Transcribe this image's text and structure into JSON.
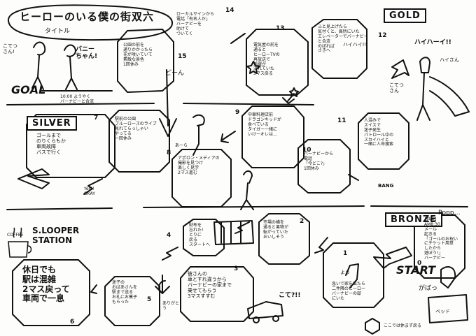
{
  "title": {
    "heading": "ヒーローのいる僕の街双六",
    "subtitle": "タイトル"
  },
  "zones": {
    "gold": "GOLD",
    "silver": "SILVER",
    "bronze": "BRONZE",
    "goal": "GOAL",
    "start": "START",
    "station": "S.LOOPER\nSTATION"
  },
  "squares": {
    "s0": {
      "num": "0",
      "text": "日曜日\nAM8:30\nメール\n起きる\n「ゴールのお祝い\nにチケット用意\nしたから\n遊ぼう!」\nバーナビー"
    },
    "s1": {
      "num": "1",
      "text": "急いで家を出たら\n二件隣のヒーロー\nバーナビーの邸\nにいた"
    },
    "s2": {
      "num": "2",
      "text": "市場の横を\n通ると果物が\n転がっていた\nおいしそう"
    },
    "s3": {
      "num": "3",
      "text": "彼さんの\n車とすれ違うから\nバーナビーの家まで\n乗せてもらう\n3マスすすむ"
    },
    "s4": {
      "num": "4",
      "text": "財布を\n忘れた!\nとりに\n戻る\nスタートへ"
    },
    "s5": {
      "num": "5",
      "text": "迷子の\nおばあさんを\n駅まで送る\nお礼にお菓子\nもらった"
    },
    "s6": {
      "num": "6",
      "text": "休日でも\n駅は混雑\n2マス戻って\n車両で一息"
    },
    "s7": {
      "num": "7",
      "text": "ゴールまで\nのりくらもか\n車両故障\nバスで行く"
    },
    "s7b": {
      "text": "駅前の公園\nブルーローズのライブ\n見れてらっしゃい\nやってる\n一回休み"
    },
    "s8": {
      "num": "8",
      "text": "アポロン・メディアの\n撮影を見つけ\n楽しく見学\n2マス進む"
    },
    "s9": {
      "num": "9",
      "text": "中華料理店前\nドラゴンキッドが\n食べている\nタイガー一緒に\nいけーオレは…"
    },
    "s10": {
      "num": "10",
      "text": "バーナビーから\n電話\n「今どこ?」\n1回休み"
    },
    "s11": {
      "num": "11",
      "text": "人混みで\nスイスで\n迷子発生\nパトロール中の\nスカイハイと\n一緒に人命捜索"
    },
    "s12": {
      "num": "12",
      "text": "ふと見上げたら\n気付くと、高所にいた\nエレベーターでバーナビー\nと合流\nのぼれば\nさきへ"
    },
    "s13": {
      "num": "13",
      "text": "電気屋の前を\n通ると\nヒーローTVの\n再放送で\n活躍が\n流れていた\n3マス戻る"
    },
    "s14": {
      "num": "14",
      "text": "ローカルサインから\n電話「有名人だ」\nバーナビーを\n助けて\nついてく"
    },
    "s15": {
      "num": "15",
      "text": "公園の前を\n通りかかったら\n花が咲いていて\n素敵な景色\n1回休み"
    }
  },
  "goal_note": "10:00 ようやく\nバーナビーと合流",
  "speech": {
    "goal_guy": "こてつ\nさん!",
    "goal_barnaby": "バニー\nちゃん!",
    "gold_guy": "ハイハーイ!!",
    "gold_guy2": "ハイさん",
    "gold_kotetsu": "こてつ\nさん",
    "start_sound": "Pppp…",
    "start_wake": "がばっ",
    "start_bed": "ベッド",
    "s1_exclaim": "よう",
    "s3_exclaim": "こて?!!",
    "s5_thanks": "ありがと\nう",
    "s8_hey": "あーら",
    "s14_note": "ハイハイ!!",
    "s11_bang": "BANG",
    "s15_don": "どーん",
    "coffee": "COFFEE",
    "station_yes": "Yes!!\nOKAY",
    "legend": "ここでは休まず戻る"
  }
}
